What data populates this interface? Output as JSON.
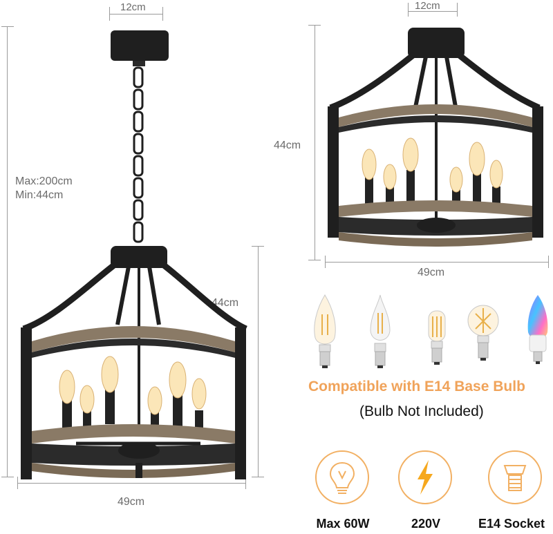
{
  "left_fixture": {
    "canopy_width": "12cm",
    "height_range_max": "Max:200cm",
    "height_range_min": "Min:44cm",
    "body_height": "44cm",
    "body_width": "49cm"
  },
  "right_fixture": {
    "canopy_width": "12cm",
    "body_height": "44cm",
    "body_width": "49cm"
  },
  "bulbs": {
    "icons": [
      "candle-bulb-icon",
      "flame-tip-bulb-icon",
      "tubular-bulb-icon",
      "globe-bulb-icon",
      "rgb-smart-bulb-icon"
    ],
    "compatibility": "Compatible with E14 Base Bulb",
    "note": "(Bulb Not Included)"
  },
  "specs": [
    {
      "icon": "bulb-icon",
      "label": "Max 60W"
    },
    {
      "icon": "lightning-icon",
      "label": "220V"
    },
    {
      "icon": "socket-icon",
      "label": "E14 Socket"
    }
  ],
  "colors": {
    "accent": "#f2b063",
    "metal": "#1f1f1f",
    "wood": "#8a7a66",
    "dimension": "#9a9a9a"
  }
}
